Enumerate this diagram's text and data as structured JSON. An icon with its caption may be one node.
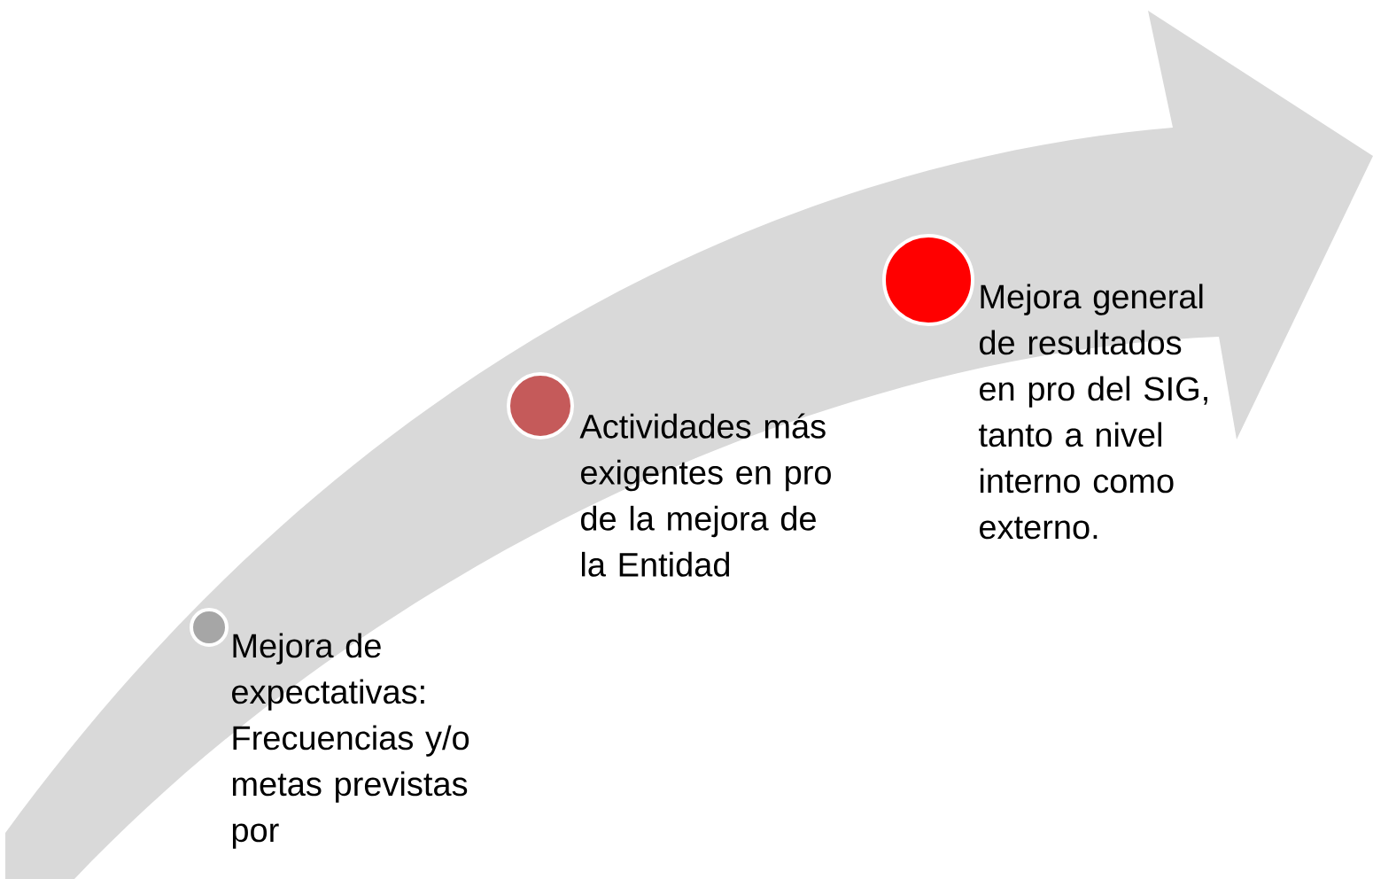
{
  "diagram": {
    "nodes": [
      {
        "text": [],
        "shape": "circle",
        "beside": [
          "Mejora de expectativas: Frecuencias y/o metas previstas por"
        ]
      },
      {
        "text": [],
        "shape": "circle",
        "beside": [
          "Actividades más exigentes en pro de la mejora de la Entidad"
        ]
      },
      {
        "text": [],
        "shape": "circle",
        "beside": [
          "Mejora general de resultados en pro del SIG, tanto a nivel interno como externo."
        ]
      }
    ]
  }
}
